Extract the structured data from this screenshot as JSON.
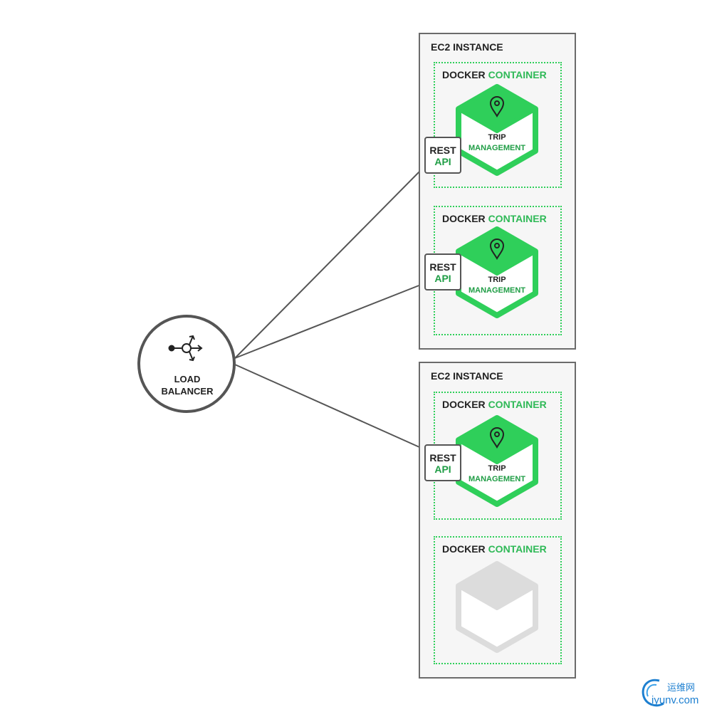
{
  "load_balancer": {
    "line1": "LOAD",
    "line2": "BALANCER",
    "icon": "load-balancer-icon"
  },
  "ec2_instances": [
    {
      "title": "EC2 INSTANCE",
      "containers": [
        {
          "title_part1": "DOCKER",
          "title_part2": "CONTAINER",
          "service": {
            "line1": "TRIP",
            "line2": "MANAGEMENT",
            "icon": "map-pin-icon"
          },
          "api": {
            "line1": "REST",
            "line2": "API"
          }
        },
        {
          "title_part1": "DOCKER",
          "title_part2": "CONTAINER",
          "service": {
            "line1": "TRIP",
            "line2": "MANAGEMENT",
            "icon": "map-pin-icon"
          },
          "api": {
            "line1": "REST",
            "line2": "API"
          }
        }
      ]
    },
    {
      "title": "EC2 INSTANCE",
      "containers": [
        {
          "title_part1": "DOCKER",
          "title_part2": "CONTAINER",
          "service": {
            "line1": "TRIP",
            "line2": "MANAGEMENT",
            "icon": "map-pin-icon"
          },
          "api": {
            "line1": "REST",
            "line2": "API"
          }
        },
        {
          "title_part1": "DOCKER",
          "title_part2": "CONTAINER",
          "service": null,
          "placeholder_icon": "empty-hexagon-icon"
        }
      ]
    }
  ],
  "colors": {
    "accent_green": "#2fcf5a",
    "label_green": "#1f9d45",
    "border_gray": "#6b6b6b",
    "placeholder_gray": "#dcdcdc"
  },
  "watermark": {
    "line1": "运维网",
    "line2": "iyunv.com"
  }
}
